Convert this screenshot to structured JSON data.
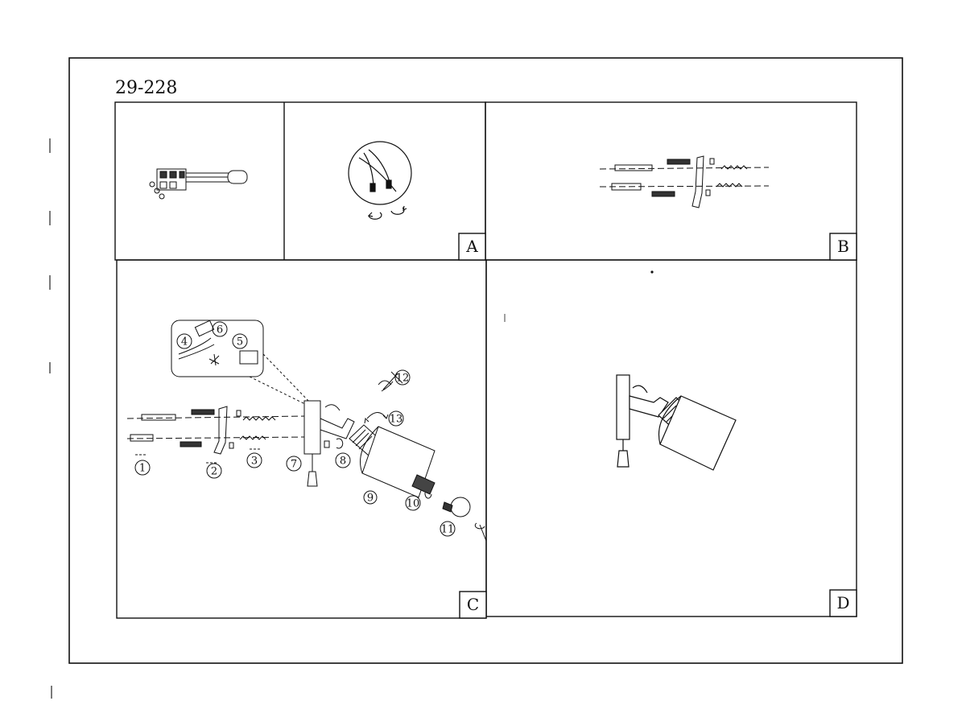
{
  "document": {
    "model_number": "29-228"
  },
  "panels": [
    {
      "id": "A",
      "label": "A"
    },
    {
      "id": "B",
      "label": "B"
    },
    {
      "id": "C",
      "label": "C"
    },
    {
      "id": "D",
      "label": "D"
    }
  ],
  "callouts": [
    "1",
    "2",
    "3",
    "4",
    "5",
    "6",
    "7",
    "8",
    "9",
    "10",
    "11",
    "12",
    "13"
  ]
}
